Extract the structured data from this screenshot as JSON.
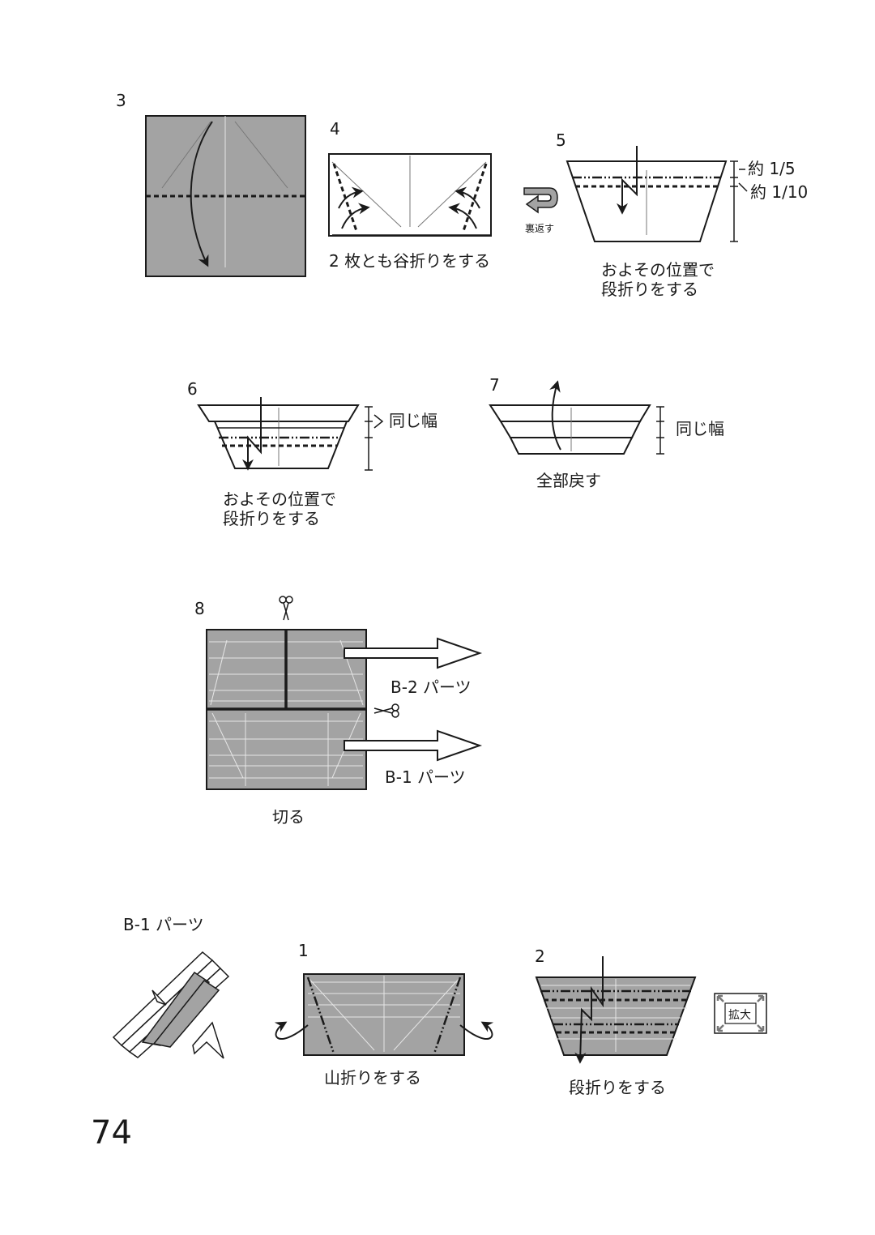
{
  "page_number": "74",
  "steps": {
    "s3": {
      "num": "3"
    },
    "s4": {
      "num": "4",
      "caption": "2 枚とも谷折りをする"
    },
    "flip": {
      "label": "裏返す",
      "icon": "flip-over-icon"
    },
    "s5": {
      "num": "5",
      "dim_a": "約 1/5",
      "dim_b": "約 1/10",
      "caption_1": "およその位置で",
      "caption_2": "段折りをする"
    },
    "s6": {
      "num": "6",
      "same_width": "同じ幅",
      "caption_1": "およその位置で",
      "caption_2": "段折りをする"
    },
    "s7": {
      "num": "7",
      "same_width": "同じ幅",
      "caption": "全部戻す"
    },
    "s8": {
      "num": "8",
      "part_b2": "B-2 パーツ",
      "part_b1": "B-1 パーツ",
      "caption": "切る"
    }
  },
  "b1_section": {
    "title": "B-1 パーツ",
    "s1": {
      "num": "1",
      "caption": "山折りをする"
    },
    "s2": {
      "num": "2",
      "caption": "段折りをする",
      "zoom": "拡大"
    }
  },
  "colors": {
    "paper_gray": "#a3a3a3",
    "line": "#1a1a1a"
  }
}
